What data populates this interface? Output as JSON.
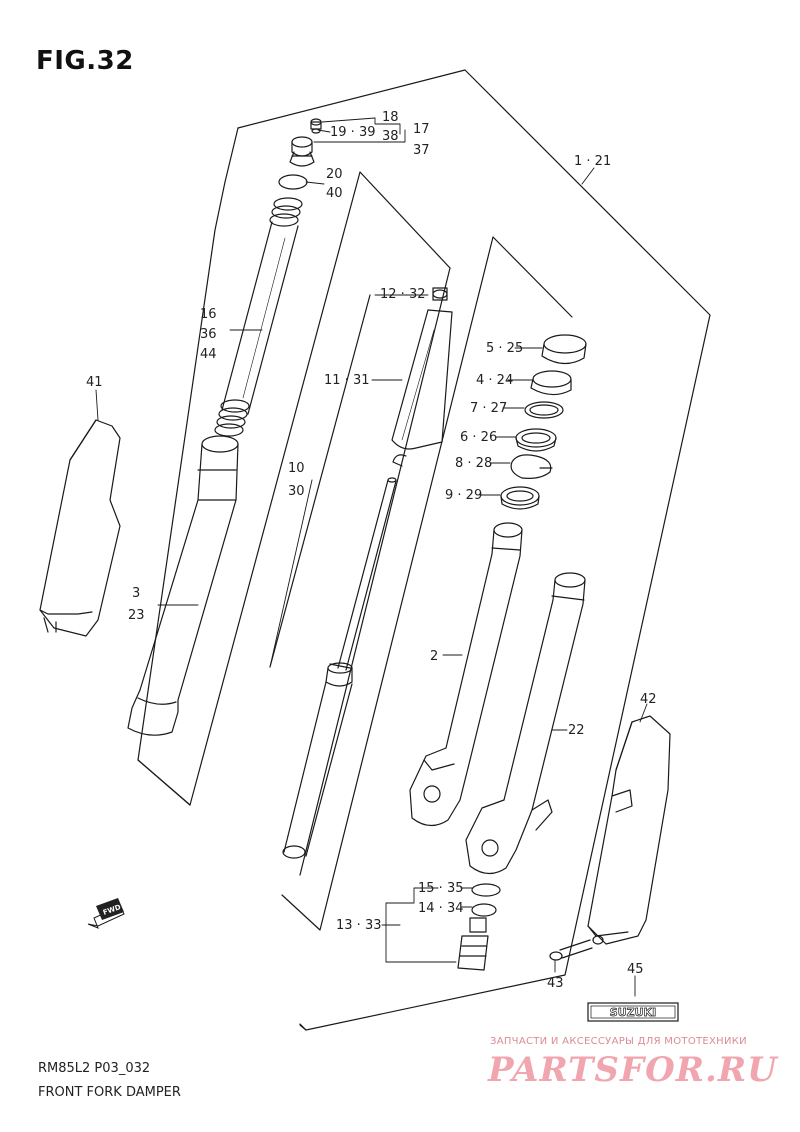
{
  "figure": {
    "title": "FIG.32",
    "code": "RM85L2 P03_032",
    "caption": "FRONT FORK DAMPER"
  },
  "labels": {
    "p18": "18",
    "p19_39": "19 · 39",
    "p38": "38",
    "p17": "17",
    "p37": "37",
    "p20": "20",
    "p40": "40",
    "p1_21": "1 · 21",
    "p16": "16",
    "p36": "36",
    "p44": "44",
    "p12_32": "12 · 32",
    "p11_31": "11 · 31",
    "p5_25": "5 · 25",
    "p4_24": "4 · 24",
    "p7_27": "7 · 27",
    "p6_26": "6 · 26",
    "p8_28": "8 · 28",
    "p9_29": "9 · 29",
    "p41": "41",
    "p10": "10",
    "p30": "30",
    "p3": "3",
    "p23": "23",
    "p2": "2",
    "p22": "22",
    "p42": "42",
    "p15_35": "15 · 35",
    "p14_34": "14 · 34",
    "p13_33": "13 · 33",
    "p43": "43",
    "p45": "45"
  },
  "fwd_badge": "FWD",
  "emblem_text": "SUZUKI",
  "watermark": {
    "top_text": "ЗАПЧАСТИ И АКСЕССУАРЫ ДЛЯ МОТОТЕХНИКИ",
    "logo_text": "PARTSFOR.RU"
  },
  "colors": {
    "line": "#1a1a1a",
    "watermark": "#e86a7a"
  }
}
